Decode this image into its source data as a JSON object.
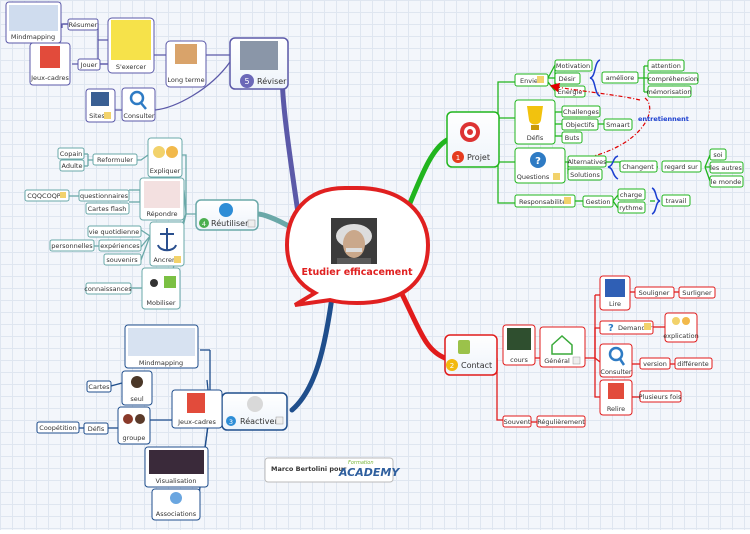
{
  "center": {
    "label": "Etudier efficacement"
  },
  "branches": {
    "reviser": {
      "label": "Réviser",
      "number": "5",
      "children": {
        "mindmapping": "Mindmapping",
        "resumer": "Résumer",
        "jeux_cadres": "Jeux-cadres",
        "jouer": "Jouer",
        "sexercer": "S'exercer",
        "long_terme": "Long terme",
        "sites": "Sites",
        "consulter": "Consulter"
      }
    },
    "reutiliser": {
      "label": "Réutiliser",
      "number": "4",
      "children": {
        "copain": "Copain",
        "adulte": "Adulte",
        "reformuler": "Reformuler",
        "expliquer": "Expliquer",
        "cqqcoqp": "CQQCOQP",
        "questionnaires": "questionnaires",
        "cartes_flash": "Cartes flash",
        "repondre": "Répondre",
        "vie_quotidienne": "vie quotidienne",
        "personnelles": "personnelles",
        "experiences": "expériences",
        "souvenirs": "souvenirs",
        "ancrer": "Ancrer",
        "connaissances": "connaissances",
        "mobiliser": "Mobiliser"
      }
    },
    "reactiver": {
      "label": "Réactiver",
      "number": "3",
      "children": {
        "mindmapping": "Mindmapping",
        "cartes": "Cartes",
        "seul": "seul",
        "competition": "Coopétition",
        "defis": "Défis",
        "groupe": "groupe",
        "jeux_cadres": "Jeux-cadres",
        "visualisation": "Visualisation",
        "associations": "Associations"
      }
    },
    "projet": {
      "label": "Projet",
      "number": "1",
      "children": {
        "envie": "Envie",
        "motivation": "Motivation",
        "desir": "Désir",
        "energie": "Energie",
        "ameliore": "améliore",
        "attention": "attention",
        "comprehension": "compréhension",
        "memorisation": "mémorisation",
        "entretiennent": "entretiennent",
        "defis": "Défis",
        "challenges": "Challenges",
        "objectifs": "Objectifs",
        "smaart": "Smaart",
        "buts": "Buts",
        "questions": "Questions",
        "alternatives": "Alternatives",
        "solutions": "Solutions",
        "changent": "Changent",
        "regard_sur": "regard sur",
        "soi": "soi",
        "les_autres": "les autres",
        "le_monde": "le monde",
        "responsabilites": "Responsabilités",
        "gestion": "Gestion",
        "charge": "charge",
        "rythme": "rythme",
        "travail": "travail"
      }
    },
    "contact": {
      "label": "Contact",
      "number": "2",
      "children": {
        "cours": "cours",
        "general": "Général",
        "lire": "Lire",
        "souligner": "Souligner",
        "surligner": "Surligner",
        "demander": "Demander",
        "explication": "explication",
        "consulter": "Consulter",
        "version": "version",
        "differente": "différente",
        "relire": "Relire",
        "plusieurs_fois": "Plusieurs fois",
        "souvent": "Souvent",
        "regulierement": "Régulièrement"
      }
    }
  },
  "footer": {
    "author": "Marco Bertolini pour",
    "logo_top": "Formation",
    "logo_main": "ACADEMY"
  },
  "colors": {
    "reviser": "#5b59a8",
    "reutiliser": "#6aa8a8",
    "reactiver": "#1f4e8c",
    "projet": "#21b51e",
    "contact": "#e11b1b",
    "center": "#e02020"
  }
}
